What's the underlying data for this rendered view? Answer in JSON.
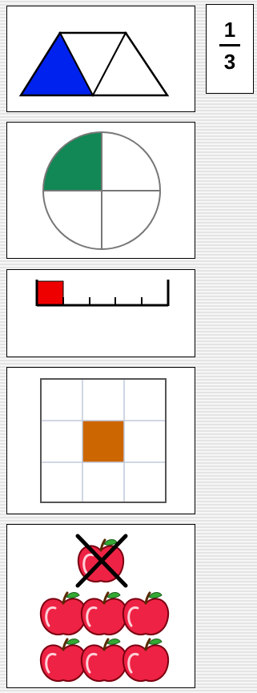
{
  "answer_fraction": {
    "numerator": "1",
    "denominator": "3"
  },
  "choices": [
    {
      "model": "trapezoid-of-triangles",
      "parts": 3,
      "shaded": 1,
      "shade_color": "#0022ee"
    },
    {
      "model": "circle",
      "parts": 4,
      "shaded": 1,
      "shade_color": "#118855"
    },
    {
      "model": "number-line",
      "parts": 5,
      "shaded": 1,
      "shade_color": "#ee0000"
    },
    {
      "model": "grid",
      "parts": 9,
      "shaded": 1,
      "shade_color": "#cc6600"
    },
    {
      "model": "apple-set",
      "parts": 7,
      "crossed_out": 1,
      "apple_color": "#ee2244"
    }
  ]
}
